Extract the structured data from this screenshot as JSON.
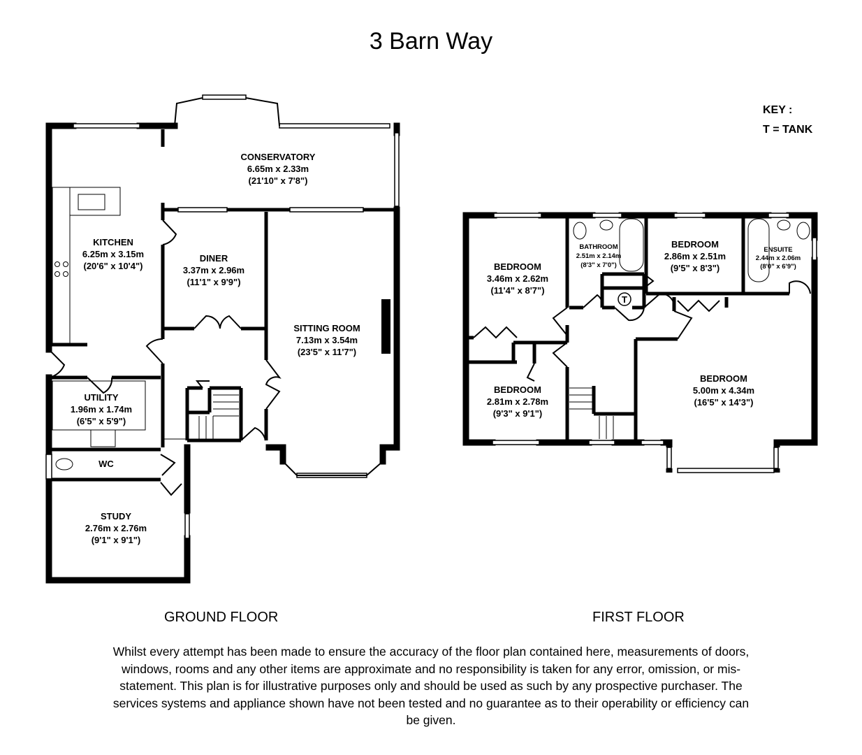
{
  "title": "3 Barn Way",
  "key": {
    "heading": "KEY :",
    "entries": [
      "T = TANK"
    ]
  },
  "ground_floor": {
    "label": "GROUND FLOOR",
    "rooms": [
      {
        "name": "CONSERVATORY",
        "metric": "6.65m x 2.33m",
        "imperial": "(21'10\" x 7'8\")"
      },
      {
        "name": "KITCHEN",
        "metric": "6.25m x 3.15m",
        "imperial": "(20'6\" x 10'4\")"
      },
      {
        "name": "DINER",
        "metric": "3.37m x 2.96m",
        "imperial": "(11'1\" x 9'9\")"
      },
      {
        "name": "SITTING ROOM",
        "metric": "7.13m x 3.54m",
        "imperial": "(23'5\" x 11'7\")"
      },
      {
        "name": "UTILITY",
        "metric": "1.96m x 1.74m",
        "imperial": "(6'5\" x 5'9\")"
      },
      {
        "name": "WC",
        "metric": "",
        "imperial": ""
      },
      {
        "name": "STUDY",
        "metric": "2.76m x 2.76m",
        "imperial": "(9'1\" x 9'1\")"
      }
    ]
  },
  "first_floor": {
    "label": "FIRST FLOOR",
    "tank_symbol": "T",
    "rooms": [
      {
        "name": "BEDROOM",
        "metric": "3.46m x 2.62m",
        "imperial": "(11'4\" x 8'7\")"
      },
      {
        "name": "BATHROOM",
        "metric": "2.51m x 2.14m",
        "imperial": "(8'3\" x 7'0\")"
      },
      {
        "name": "BEDROOM",
        "metric": "2.86m x 2.51m",
        "imperial": "(9'5\" x 8'3\")"
      },
      {
        "name": "ENSUITE",
        "metric": "2.44m x 2.06m",
        "imperial": "(8'0\" x 6'9\")"
      },
      {
        "name": "BEDROOM",
        "metric": "2.81m x 2.78m",
        "imperial": "(9'3\" x 9'1\")"
      },
      {
        "name": "BEDROOM",
        "metric": "5.00m x 4.34m",
        "imperial": "(16'5\" x 14'3\")"
      }
    ]
  },
  "disclaimer": "Whilst every attempt has been made to ensure the accuracy of the floor plan contained here, measurements of doors, windows, rooms and any other items are approximate and no responsibility is taken for any error, omission, or mis-statement. This plan is for illustrative purposes only and should be used as such by any prospective purchaser. The services systems and appliance shown have not been tested and no guarantee as to their operability or efficiency can be given."
}
